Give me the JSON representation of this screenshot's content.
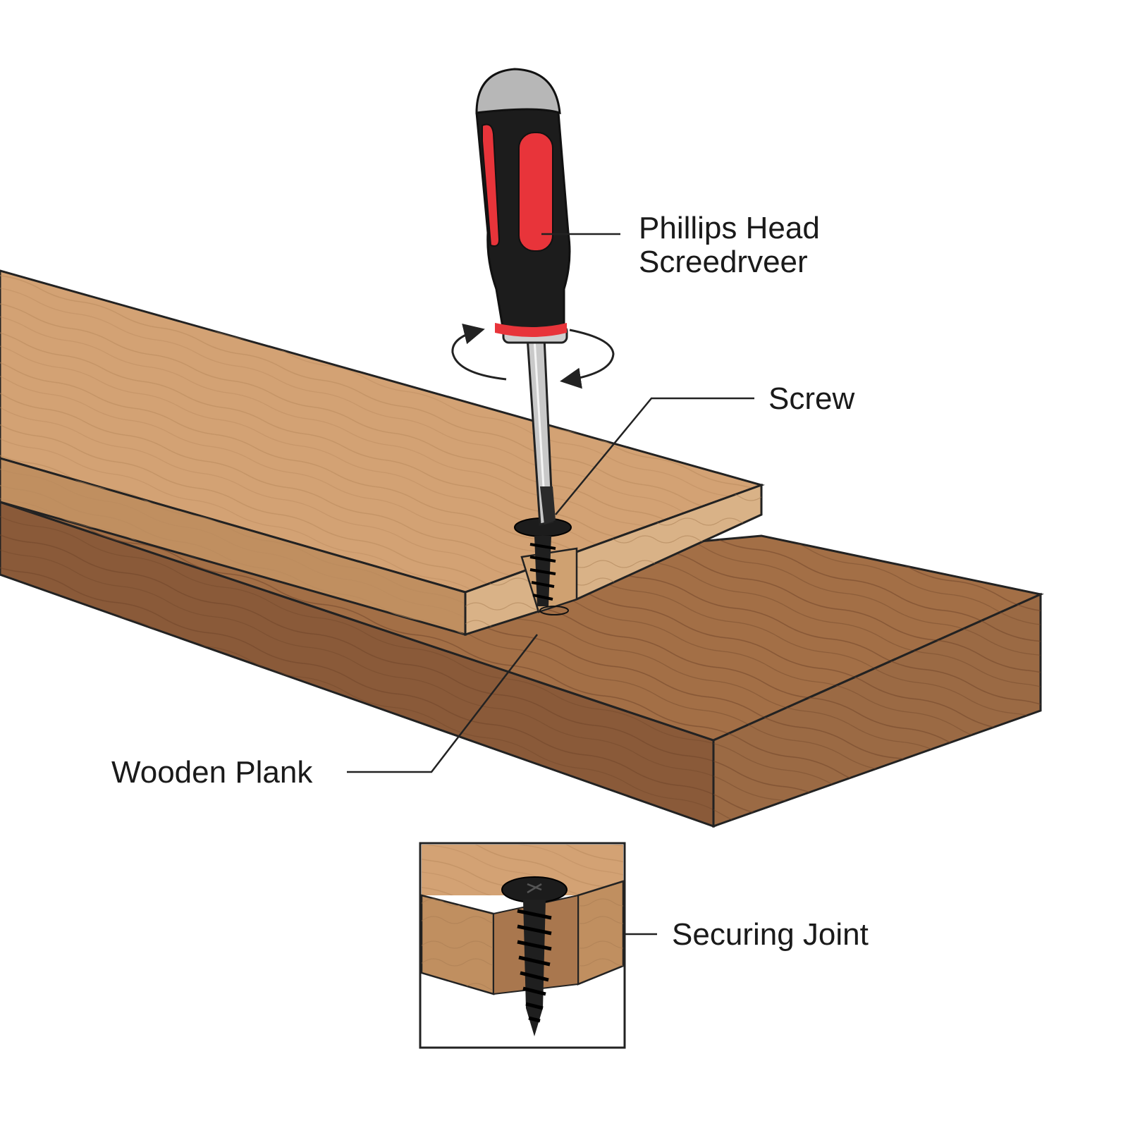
{
  "labels": {
    "screwdriver_line1": "Phillips Head",
    "screwdriver_line2": "Screedrveer",
    "screw": "Screw",
    "wooden_plank": "Wooden Plank",
    "securing_joint": "Securing Joint"
  },
  "colors": {
    "wood_top": "#d3a274",
    "wood_side": "#b98b5d",
    "wood_dark": "#8a5a39",
    "handle_red": "#e8343a",
    "handle_black": "#1c1c1c",
    "cap_gray": "#b7b7b7",
    "shaft": "#c9c9c9",
    "outline": "#222222"
  }
}
